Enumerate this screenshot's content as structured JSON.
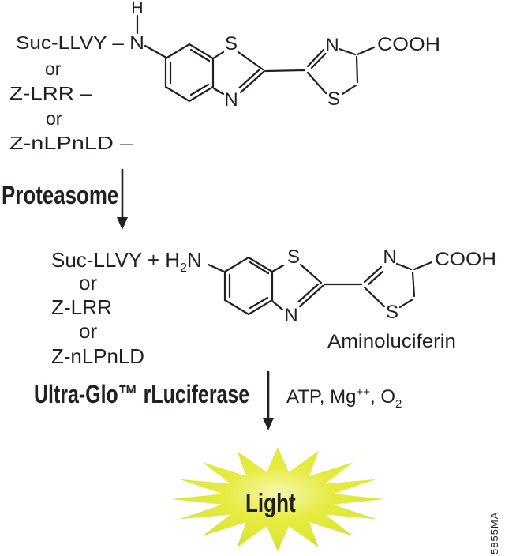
{
  "diagram": {
    "background": "#ffffff",
    "ink": "#231f20"
  },
  "substrate_block": {
    "line1": "Suc-LLVY – N",
    "or1": "or",
    "line2": "Z-LRR –",
    "or2": "or",
    "line3": "Z-nLPnLD –"
  },
  "substrate_structure": {
    "h": "H",
    "s_thiazole": "S",
    "n_thiazole": "N",
    "n_thiazoline": "N",
    "s_thiazoline": "S",
    "cooh": "COOH"
  },
  "proteasome_step": {
    "label": "Proteasome"
  },
  "product_block": {
    "line1_main": "Suc-LLVY + H",
    "line1_sub": "2",
    "line1_amine_n": "N",
    "or1": "or",
    "line2": "Z-LRR",
    "or2": "or",
    "line3": "Z-nLPnLD"
  },
  "product_structure": {
    "s_thiazole": "S",
    "n_thiazole": "N",
    "n_thiazoline": "N",
    "s_thiazoline": "S",
    "cooh": "COOH",
    "name": "Aminoluciferin"
  },
  "luciferase_step": {
    "enzyme": "Ultra-Glo™ rLuciferase",
    "cofactors_1": "ATP, Mg",
    "cofactors_sup": "++",
    "cofactors_2": ", O",
    "cofactors_sub": "2"
  },
  "light_burst": {
    "label": "Light",
    "edge_color": "#c3d434",
    "mid_color": "#e6eb3e",
    "center_color": "#f6f7ad"
  },
  "figure_code": "5855MA"
}
